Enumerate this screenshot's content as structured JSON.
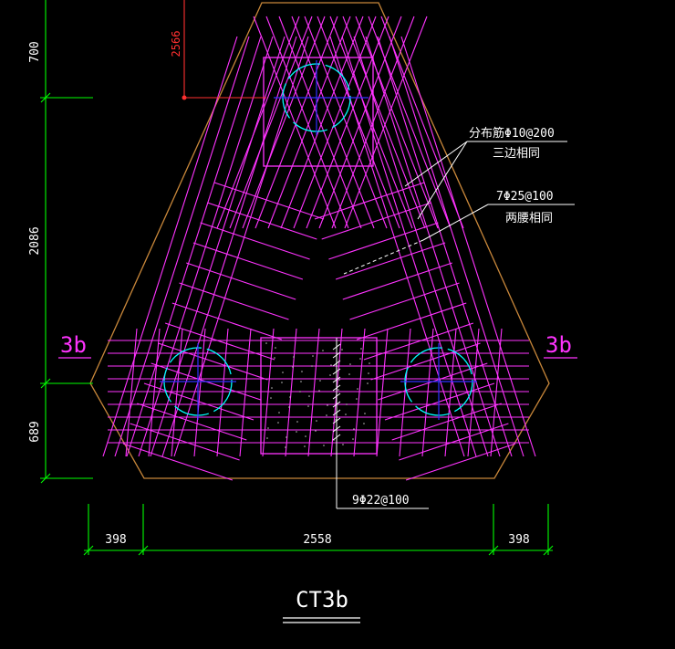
{
  "drawing": {
    "title": "CT3b",
    "section_label_left": "3b",
    "section_label_right": "3b"
  },
  "dimensions": {
    "left_top": "700",
    "left_middle": "2086",
    "left_bottom": "689",
    "bottom_left": "398",
    "bottom_middle": "2558",
    "bottom_right": "398",
    "offset_red": "2566"
  },
  "annotations": {
    "distribution_bar": "分布筋Φ10@200",
    "distribution_note": "三边相同",
    "main_bar": "7Φ25@100",
    "main_note": "两腰相同",
    "bottom_bar": "9Φ22@100"
  },
  "colors": {
    "background": "#000000",
    "outline": "#c8873a",
    "rebar": "#ff33ff",
    "dimension": "#00ff00",
    "text": "#ffffff",
    "pile": "#00ffff",
    "axis": "#3030ff",
    "offset": "#ff3030",
    "section": "#ff33ff"
  }
}
